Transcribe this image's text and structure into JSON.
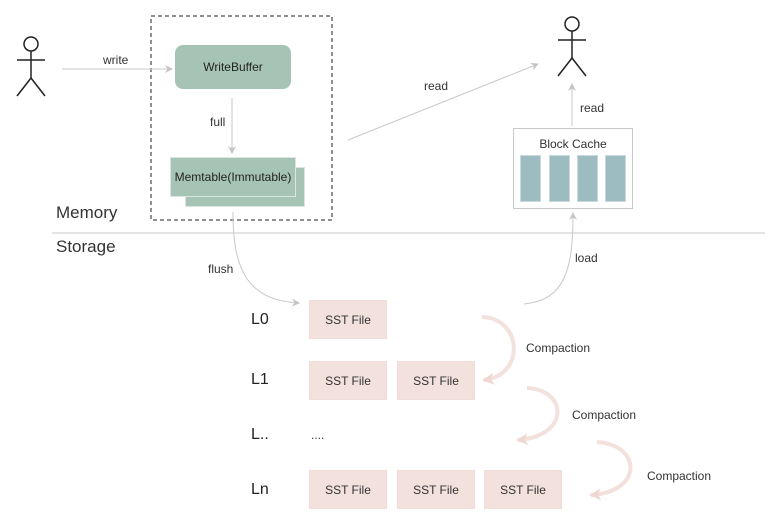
{
  "labels": {
    "write": "write",
    "full": "full",
    "read_center": "read",
    "read_right": "read",
    "flush": "flush",
    "load": "load",
    "memory": "Memory",
    "storage": "Storage",
    "compaction_1": "Compaction",
    "compaction_2": "Compaction",
    "compaction_3": "Compaction",
    "ellipsis": "...."
  },
  "nodes": {
    "write_buffer": "WriteBuffer",
    "memtable": "Memtable(Immutable)",
    "block_cache": "Block Cache"
  },
  "levels": [
    {
      "name": "L0",
      "files": [
        "SST File"
      ]
    },
    {
      "name": "L1",
      "files": [
        "SST File",
        "SST File"
      ]
    },
    {
      "name": "L..",
      "files": []
    },
    {
      "name": "Ln",
      "files": [
        "SST File",
        "SST File",
        "SST File"
      ]
    }
  ],
  "colors": {
    "memory_box": "#a6c4b6",
    "sst_file": "#f2e1dc",
    "cache_slot": "#9dbcc2",
    "compaction_arrow": "#f2e1dc",
    "flow_arrow": "#c8c8c8"
  }
}
